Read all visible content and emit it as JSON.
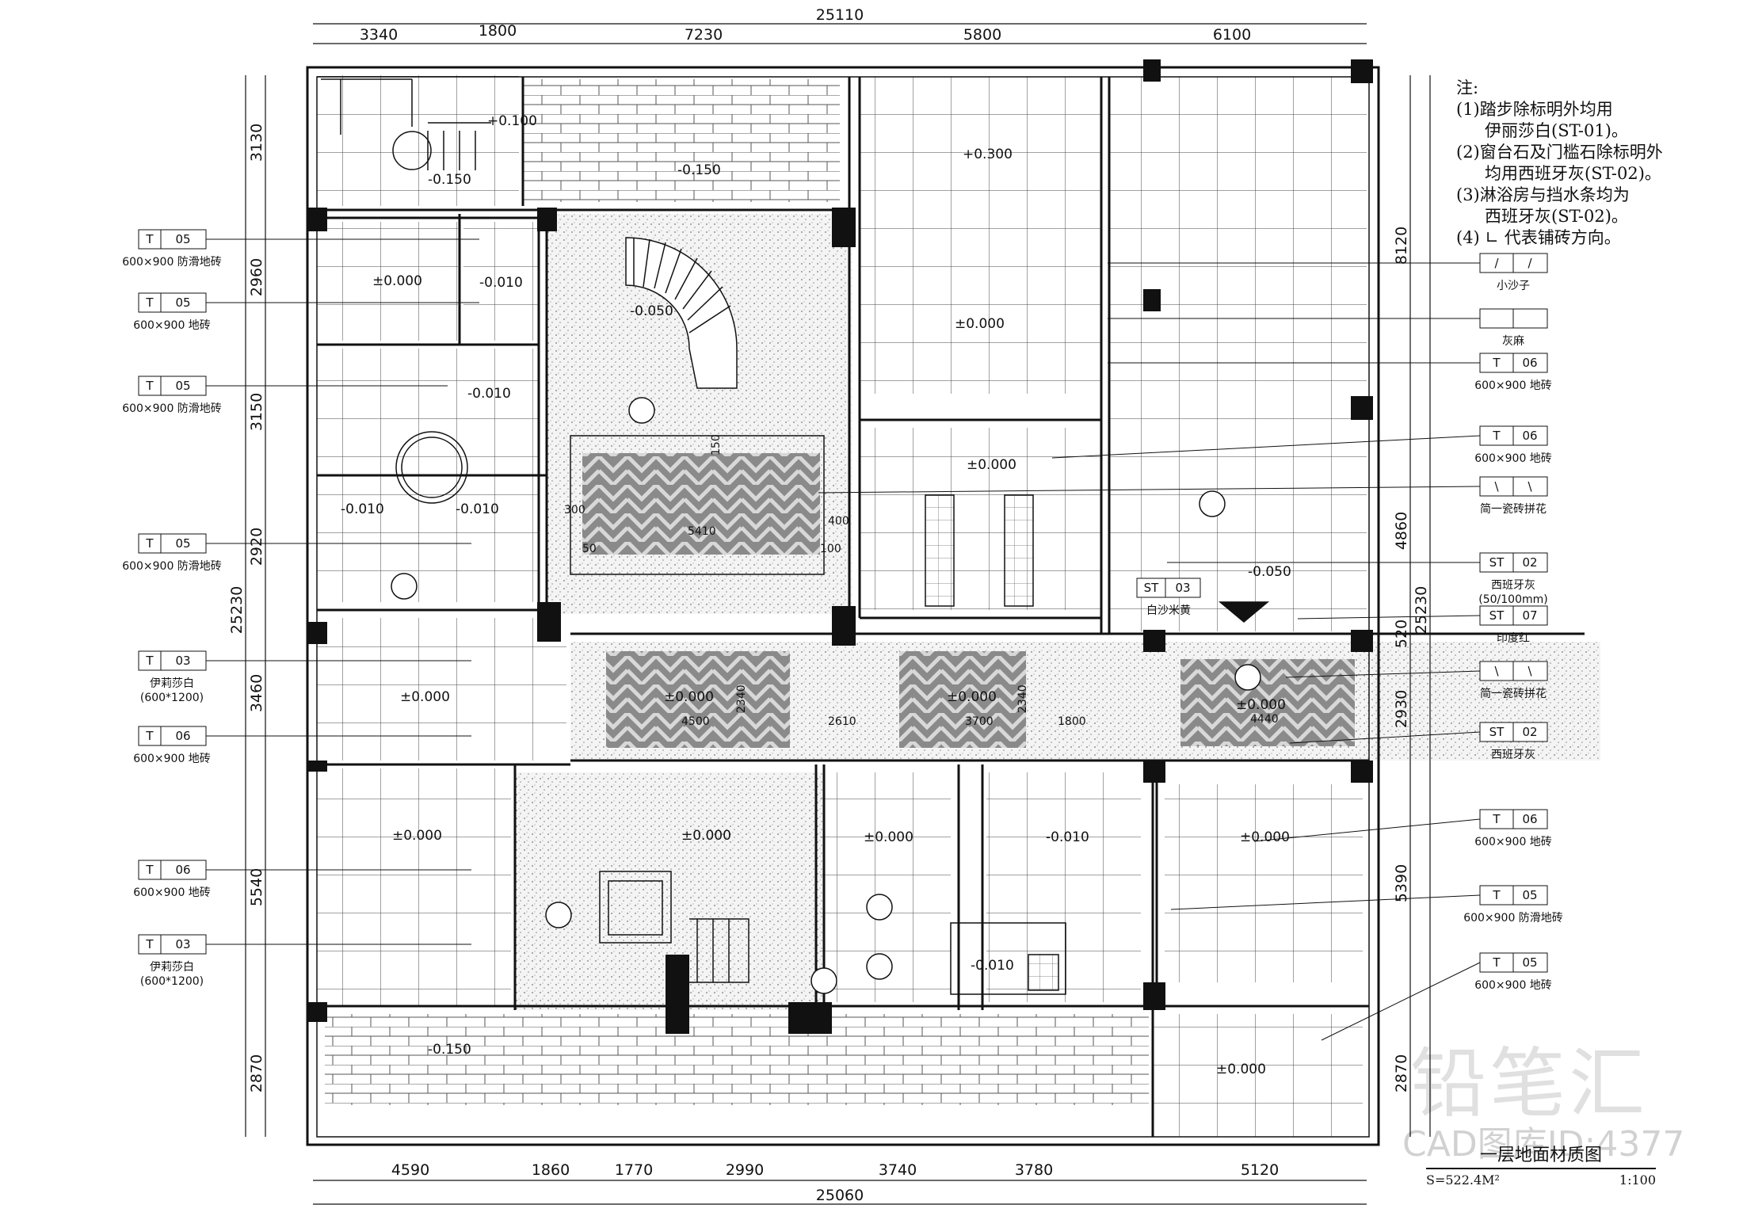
{
  "dims_top": {
    "total": "25110",
    "segments": [
      "3340",
      "1800",
      "7230",
      "5800",
      "6100"
    ]
  },
  "dims_bottom": {
    "total": "25060",
    "segments": [
      "4590",
      "1860",
      "1770",
      "2990",
      "3740",
      "3780",
      "5120"
    ]
  },
  "dims_left": {
    "total": "25230",
    "segments": [
      "3130",
      "2960",
      "3150",
      "2920",
      "3460",
      "5540",
      "2870"
    ]
  },
  "dims_right": {
    "total": "25230",
    "segments": [
      "8120",
      "4860",
      "520",
      "2930",
      "5390",
      "2870"
    ]
  },
  "notes": {
    "heading": "注:",
    "lines": [
      "(1)踏步除标明外均用",
      "伊丽莎白(ST-01)。",
      "(2)窗台石及门槛石除标明外",
      "均用西班牙灰(ST-02)。",
      "(3)淋浴房与挡水条均为",
      "西班牙灰(ST-02)。",
      "(4) ∟ 代表铺砖方向。"
    ]
  },
  "left_tags": [
    {
      "code": "T",
      "num": "05",
      "desc": "600×900 防滑地砖"
    },
    {
      "code": "T",
      "num": "05",
      "desc": "600×900 地砖"
    },
    {
      "code": "T",
      "num": "05",
      "desc": "600×900 防滑地砖"
    },
    {
      "code": "T",
      "num": "05",
      "desc": "600×900 防滑地砖"
    },
    {
      "code": "T",
      "num": "03",
      "desc": "伊莉莎白",
      "desc2": "(600*1200)"
    },
    {
      "code": "T",
      "num": "06",
      "desc": "600×900 地砖"
    },
    {
      "code": "T",
      "num": "06",
      "desc": "600×900 地砖"
    },
    {
      "code": "T",
      "num": "03",
      "desc": "伊莉莎白",
      "desc2": "(600*1200)"
    }
  ],
  "right_tags": [
    {
      "code": "/",
      "num": "/",
      "desc": "小沙子"
    },
    {
      "code": "",
      "num": "",
      "desc": "灰麻"
    },
    {
      "code": "T",
      "num": "06",
      "desc": "600×900 地砖"
    },
    {
      "code": "T",
      "num": "06",
      "desc": "600×900 地砖"
    },
    {
      "code": "\\",
      "num": "\\",
      "desc": "简一瓷砖拼花"
    },
    {
      "code": "ST",
      "num": "02",
      "desc": "西班牙灰",
      "desc2": "(50/100mm)"
    },
    {
      "code": "ST",
      "num": "07",
      "desc": "印度红"
    },
    {
      "code": "\\",
      "num": "\\",
      "desc": "简一瓷砖拼花"
    },
    {
      "code": "ST",
      "num": "02",
      "desc": "西班牙灰"
    },
    {
      "code": "T",
      "num": "06",
      "desc": "600×900 地砖"
    },
    {
      "code": "T",
      "num": "05",
      "desc": "600×900 防滑地砖"
    },
    {
      "code": "T",
      "num": "05",
      "desc": "600×900 地砖"
    }
  ],
  "inline_tag": {
    "code": "ST",
    "num": "03",
    "desc": "白沙米黄"
  },
  "levels": [
    "-0.150",
    "-0.150",
    "+0.300",
    "±0.000",
    "-0.010",
    "-0.050",
    "±0.000",
    "-0.010",
    "±0.000",
    "-0.010",
    "-0.010",
    "-0.050",
    "±0.000",
    "±0.000",
    "±0.000",
    "±0.000",
    "±0.000",
    "±0.000",
    "±0.000",
    "-0.010",
    "±0.000",
    "-0.010",
    "-0.150",
    "±0.000",
    "+0.100"
  ],
  "inner_dims": [
    "5410",
    "4500",
    "3700",
    "4440",
    "2610",
    "1800",
    "2340",
    "2340",
    "300",
    "400",
    "100",
    "150",
    "50"
  ],
  "title_block": {
    "title": "一层地面材质图",
    "area": "S=522.4M²",
    "scale": "1:100"
  },
  "watermark": {
    "logo": "铅笔汇",
    "id": "CAD图库ID:4377"
  }
}
